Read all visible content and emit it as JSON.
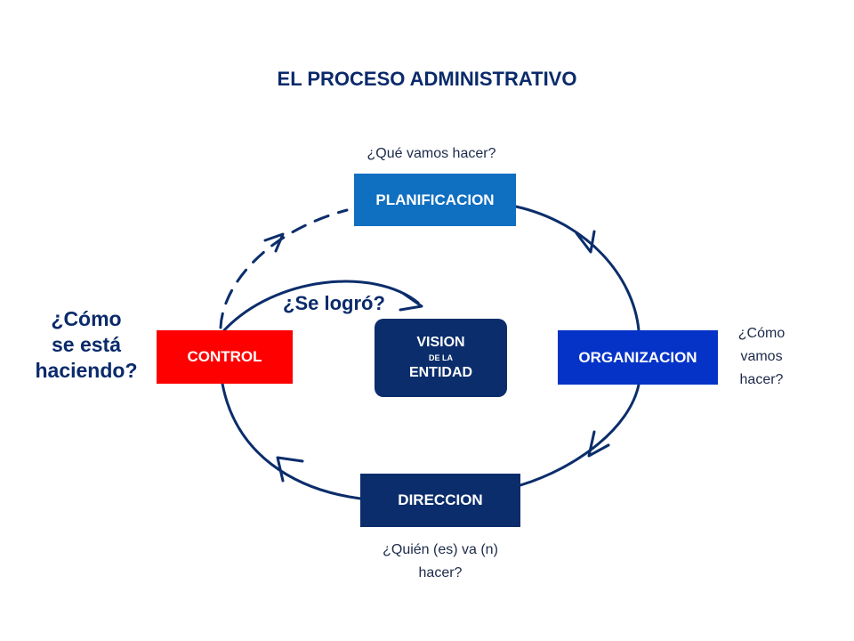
{
  "title": "EL PROCESO ADMINISTRATIVO",
  "nodes": {
    "planificacion": "PLANIFICACION",
    "organizacion": "ORGANIZACION",
    "direccion": "DIRECCION",
    "control": "CONTROL",
    "vision": {
      "line1": "VISION",
      "line2": "DE LA",
      "line3": "ENTIDAD"
    }
  },
  "questions": {
    "planificacion": "¿Qué vamos hacer?",
    "organizacion": [
      "¿Cómo",
      "vamos",
      "hacer?"
    ],
    "direccion": [
      "¿Quién (es) va (n)",
      "hacer?"
    ],
    "control": [
      "¿Cómo",
      "se está",
      "haciendo?"
    ],
    "logro": "¿Se logró?"
  },
  "colors": {
    "planificacion": "#0f6fc0",
    "organizacion": "#0533c8",
    "direccion": "#0b2d6b",
    "control": "#ff0000",
    "vision": "#0b2d6b",
    "arrows": "#0b2d6b"
  }
}
